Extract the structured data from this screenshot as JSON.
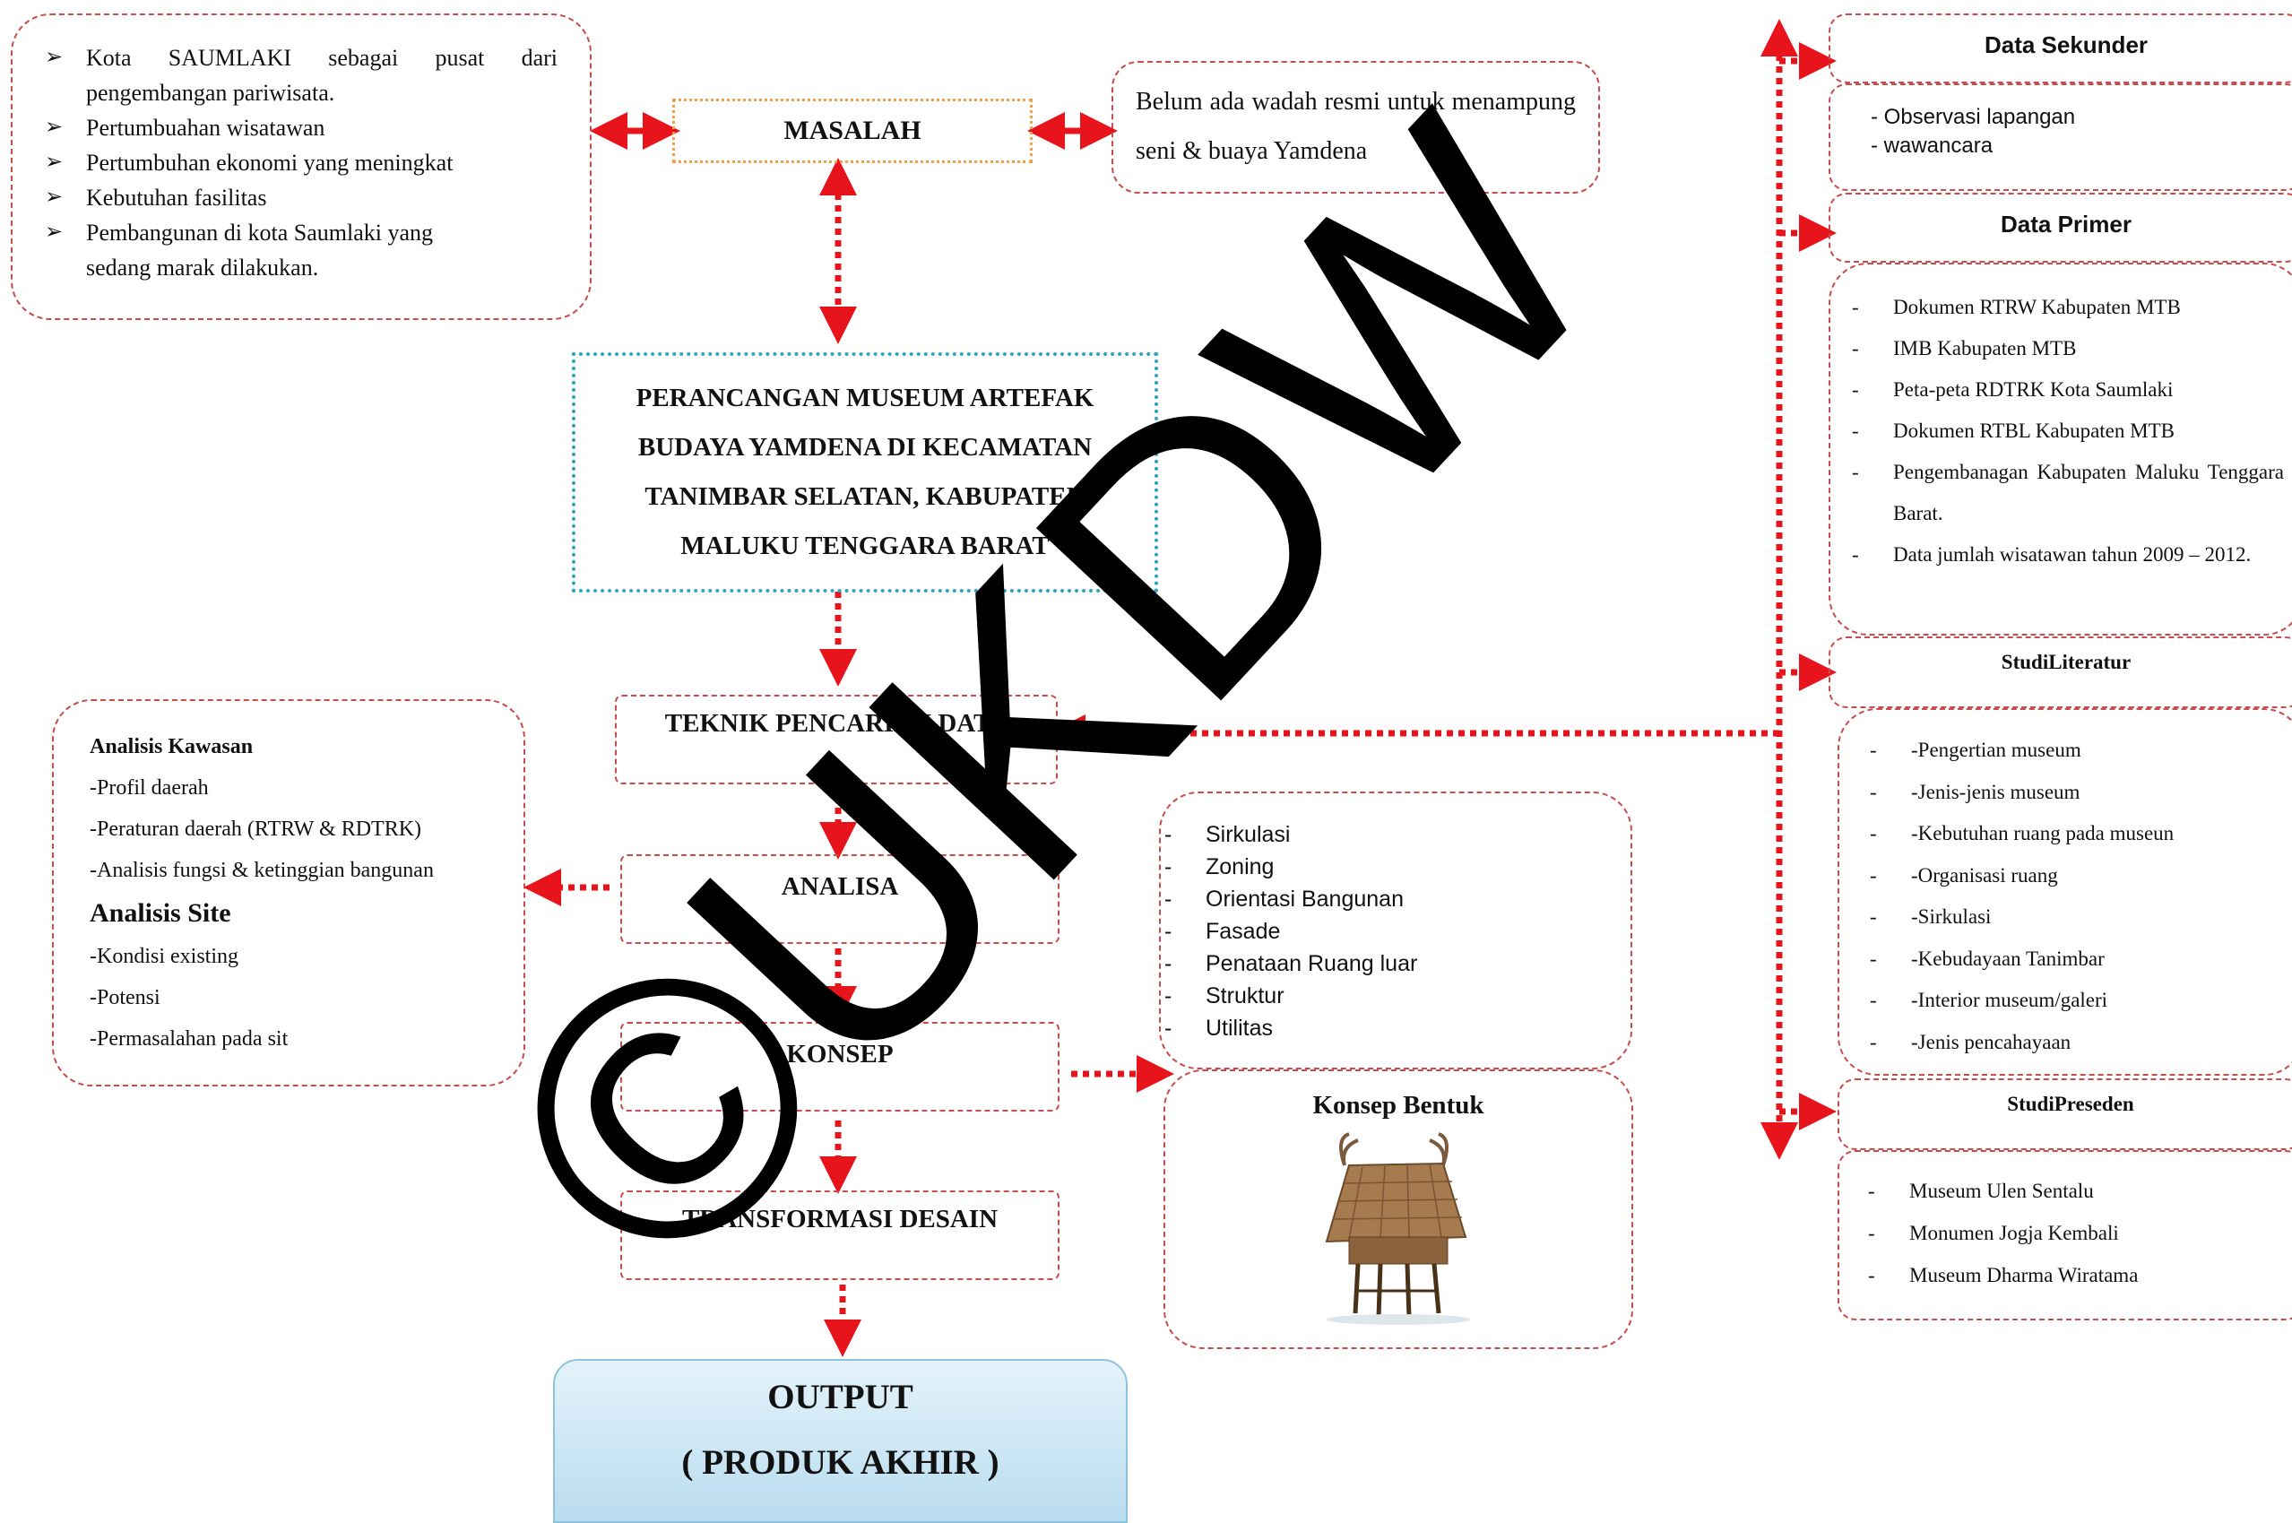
{
  "masalah": {
    "title": "MASALAH"
  },
  "left_issues": {
    "items": [
      "Kota SAUMLAKI   sebagai pusat dari pengembangan pariwisata.",
      "Pertumbuahan wisatawan",
      "Pertumbuhan ekonomi yang meningkat",
      "Kebutuhan fasilitas",
      "Pembangunan di kota Saumlaki yang sedang marak dilakukan."
    ]
  },
  "problem_statement": {
    "text": "Belum ada wadah resmi untuk menampung seni & buaya Yamdena"
  },
  "main_title": {
    "text": "PERANCANGAN MUSEUM ARTEFAK BUDAYA YAMDENA DI KECAMATAN TANIMBAR SELATAN,  KABUPATEN MALUKU TENGGARA BARAT"
  },
  "teknik": {
    "title": "TEKNIK PENCARIAN DATA"
  },
  "analisa": {
    "title": "ANALISA"
  },
  "konsep": {
    "title": "KONSEP"
  },
  "transformasi": {
    "title": "TRANSFORMASI  DESAIN"
  },
  "output": {
    "line1": "OUTPUT",
    "line2": "( PRODUK AKHIR )"
  },
  "analisis": {
    "kawasan_title": "Analisis Kawasan",
    "kawasan_items": [
      "-Profil daerah",
      "-Peraturan daerah (RTRW & RDTRK)",
      "-Analisis fungsi & ketinggian bangunan"
    ],
    "site_title": "Analisis Site",
    "site_items": [
      "-Kondisi existing",
      "-Potensi",
      "-Permasalahan pada sit"
    ]
  },
  "konsep_list": {
    "items": [
      "Sirkulasi",
      "Zoning",
      "Orientasi Bangunan",
      "Fasade",
      "Penataan Ruang luar",
      "Struktur",
      "Utilitas"
    ]
  },
  "konsep_bentuk": {
    "title": "Konsep Bentuk",
    "image_icon": "traditional-house-illustration"
  },
  "data_sekunder": {
    "title": "Data Sekunder",
    "items": [
      "- Observasi lapangan",
      "- wawancara"
    ]
  },
  "data_primer": {
    "title": "Data Primer",
    "items": [
      "Dokumen RTRW Kabupaten MTB",
      "IMB Kabupaten MTB",
      "Peta-peta RDTRK  Kota Saumlaki",
      "Dokumen RTBL Kabupaten MTB",
      "Pengembanagan Kabupaten Maluku Tenggara Barat.",
      "Data jumlah wisatawan tahun 2009 – 2012."
    ]
  },
  "studi_literatur": {
    "title": "StudiLiteratur",
    "items": [
      "-Pengertian museum",
      "-Jenis-jenis museum",
      "-Kebutuhan ruang pada museun",
      "-Organisasi ruang",
      "-Sirkulasi",
      "-Kebudayaan Tanimbar",
      "-Interior museum/galeri",
      "-Jenis pencahayaan"
    ]
  },
  "studi_preseden": {
    "title": "StudiPreseden",
    "items": [
      "Museum Ulen Sentalu",
      "Monumen Jogja Kembali",
      "Museum Dharma Wiratama"
    ]
  },
  "watermark": {
    "text": "©UKDW"
  },
  "colors": {
    "arrow": "#e8141b",
    "dash_border": "#c94b4b",
    "masalah_border": "#f0a046",
    "title_border": "#2aa6c4",
    "output_bg_top": "#e4f3fb",
    "output_bg_bottom": "#b9dcef"
  }
}
